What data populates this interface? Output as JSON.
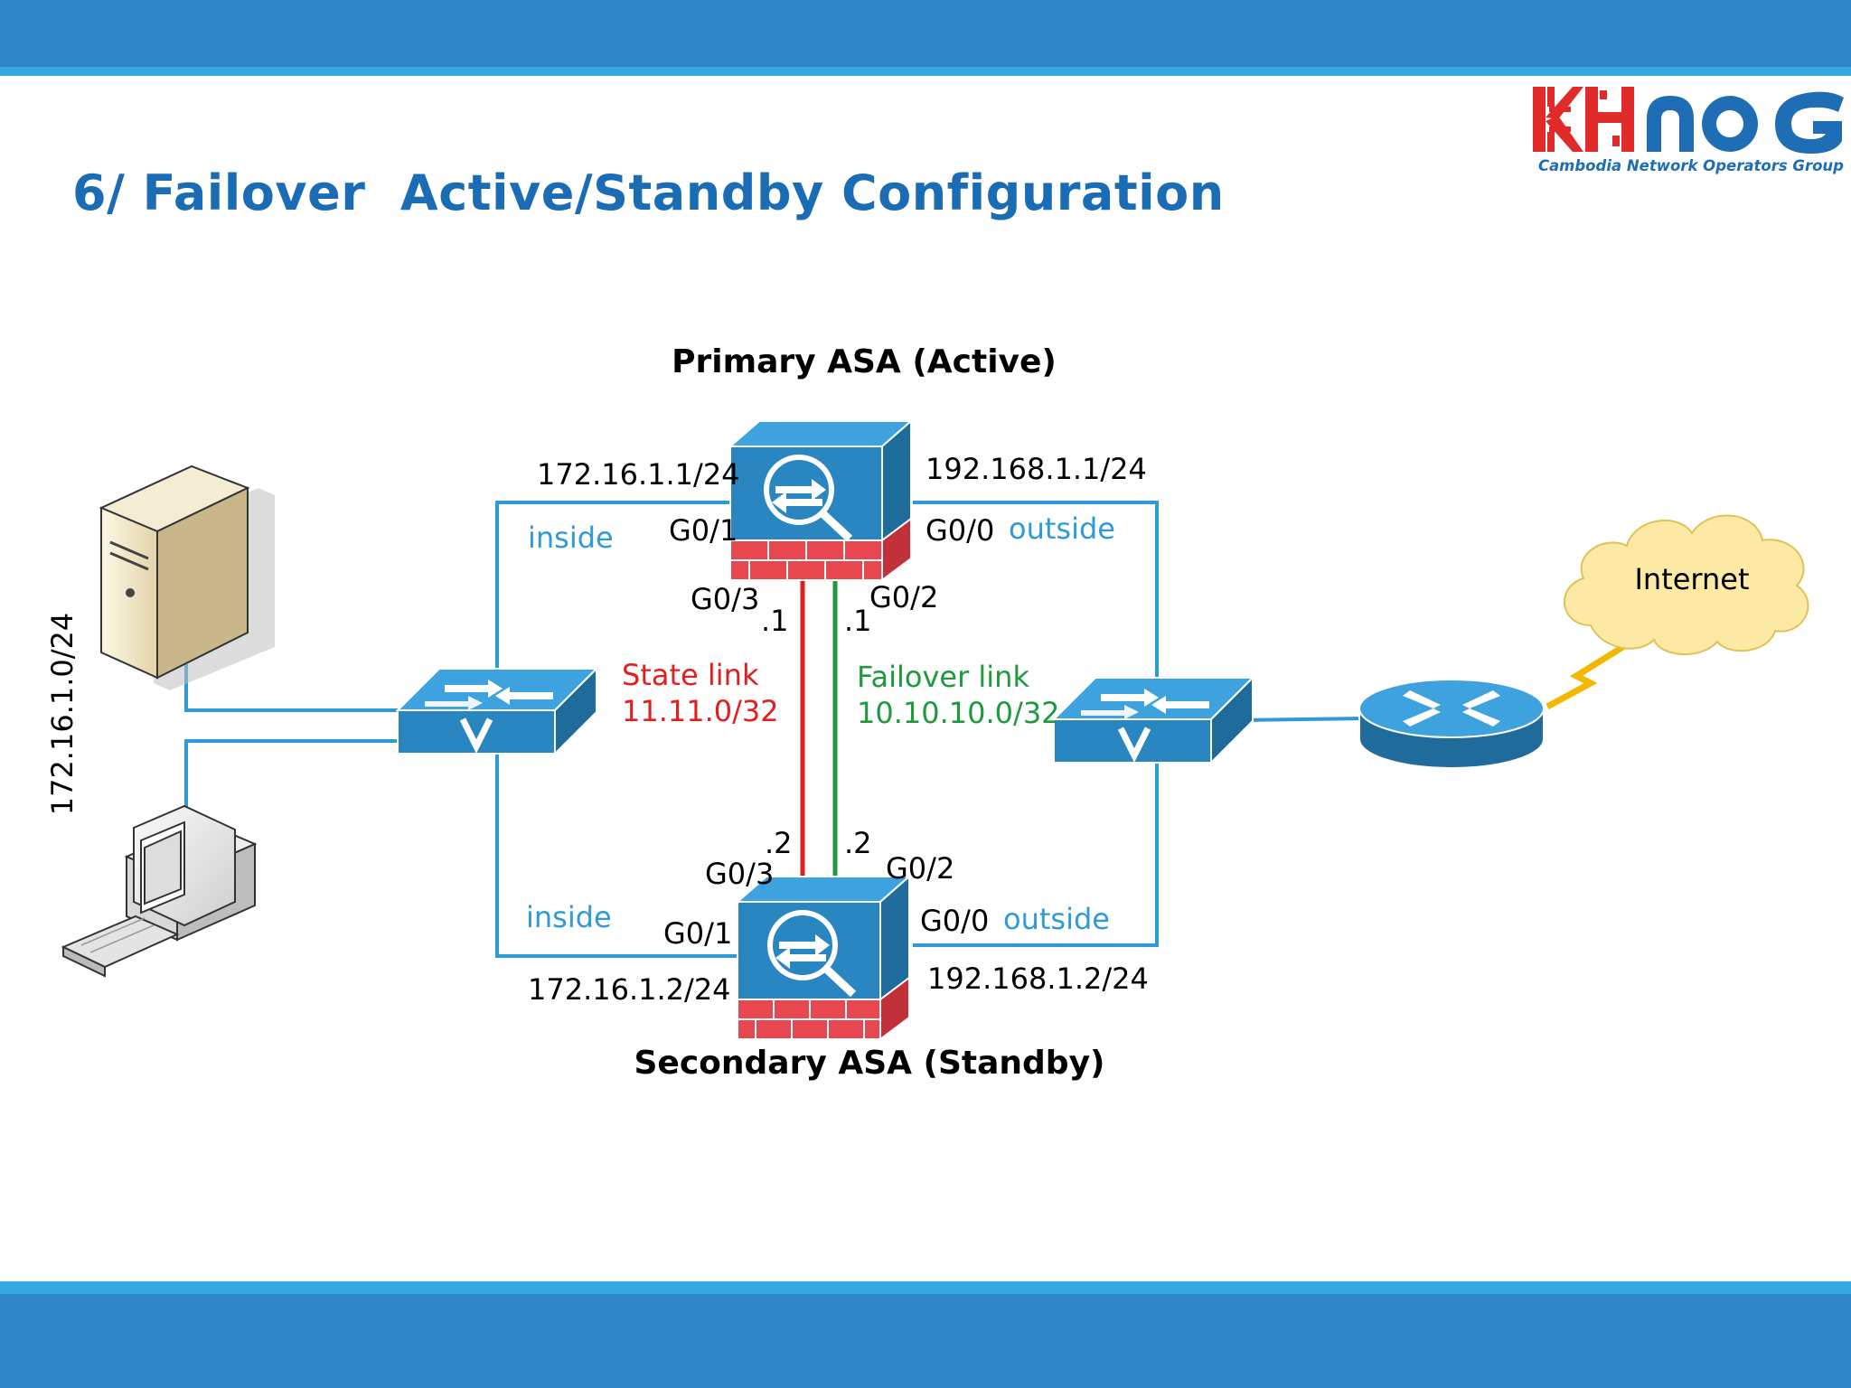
{
  "slide": {
    "title": "6/ Failover  Active/Standby Configuration"
  },
  "logo": {
    "brand": "KHNOG",
    "tagline": "Cambodia Network Operators Group"
  },
  "diagram": {
    "primary_asa_title": "Primary ASA (Active)",
    "secondary_asa_title": "Secondary ASA (Standby)",
    "lan_subnet": "172.16.1.0/24",
    "primary": {
      "inside_ip": "172.16.1.1/24",
      "outside_ip": "192.168.1.1/24",
      "inside_label": "inside",
      "outside_label": "outside",
      "inside_port": "G0/1",
      "outside_port": "G0/0",
      "state_port": "G0/3",
      "failover_port": "G0/2",
      "state_host": ".1",
      "failover_host": ".1"
    },
    "secondary": {
      "inside_ip": "172.16.1.2/24",
      "outside_ip": "192.168.1.2/24",
      "inside_label": "inside",
      "outside_label": "outside",
      "inside_port": "G0/1",
      "outside_port": "G0/0",
      "state_port": "G0/3",
      "failover_port": "G0/2",
      "state_host": ".2",
      "failover_host": ".2"
    },
    "state_link": {
      "label": "State link",
      "subnet": "11.11.0/32"
    },
    "failover_link": {
      "label": "Failover link",
      "subnet": "10.10.10.0/32"
    },
    "internet_label": "Internet",
    "icons": [
      "server-icon",
      "workstation-icon",
      "switch-icon",
      "asa-firewall-icon",
      "router-icon",
      "cloud-icon",
      "lightning-link-icon"
    ],
    "colors": {
      "link_blue": "#2f9bd6",
      "state_link": "#e0201f",
      "failover_link": "#1e9a3c",
      "internet_link": "#f2b800",
      "device_blue": "#2a86c0",
      "firewall_red": "#e8474f",
      "title_blue": "#1a6cb5",
      "bar_blue": "#2b85c6",
      "cloud_fill": "#fce9a4"
    }
  }
}
